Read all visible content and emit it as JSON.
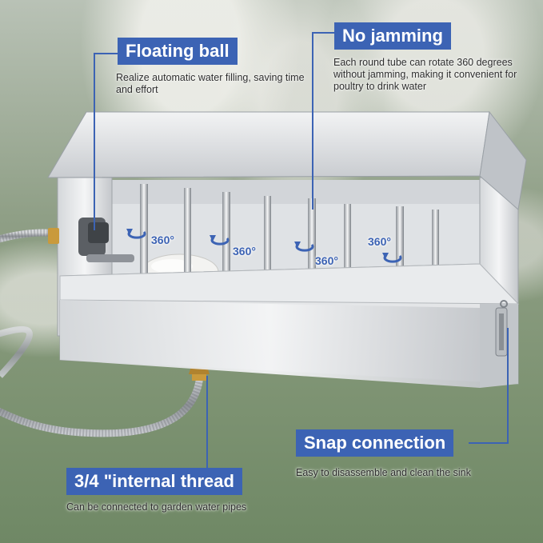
{
  "callouts": {
    "floating_ball": {
      "title": "Floating ball",
      "description": "Realize automatic water filling, saving time and effort"
    },
    "no_jamming": {
      "title": "No jamming",
      "description": "Each round tube can rotate 360 degrees without jamming, making it convenient for poultry to drink water"
    },
    "snap_connection": {
      "title": "Snap connection",
      "description": "Easy to disassemble and clean the sink"
    },
    "internal_thread": {
      "title": "3/4 \"internal thread",
      "description": "Can be connected to garden water pipes"
    }
  },
  "rotation_labels": [
    "360°",
    "360°",
    "360°",
    "360°"
  ],
  "colors": {
    "accent": "#3c63b4",
    "steel_light": "#e6e8ea",
    "steel_dark": "#a9adb1",
    "brass": "#c99a3c"
  }
}
